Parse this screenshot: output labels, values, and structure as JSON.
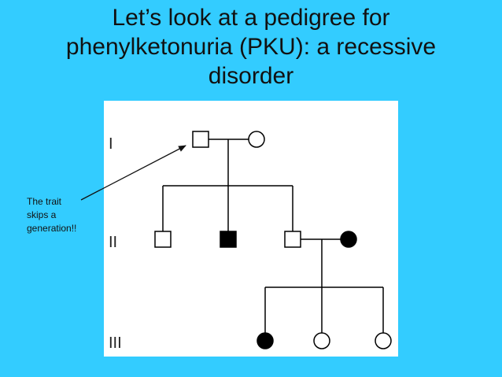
{
  "title_lines": [
    "Let’s look at a pedigree for",
    "phenylketonuria (PKU): a recessive",
    "disorder"
  ],
  "generations": [
    "I",
    "II",
    "III"
  ],
  "callout_lines": [
    "The trait",
    "skips a",
    "generation!!"
  ],
  "colors": {
    "background": "#33ccff",
    "panel": "#ffffff",
    "affected": "#000000",
    "unaffected": "#ffffff"
  }
}
